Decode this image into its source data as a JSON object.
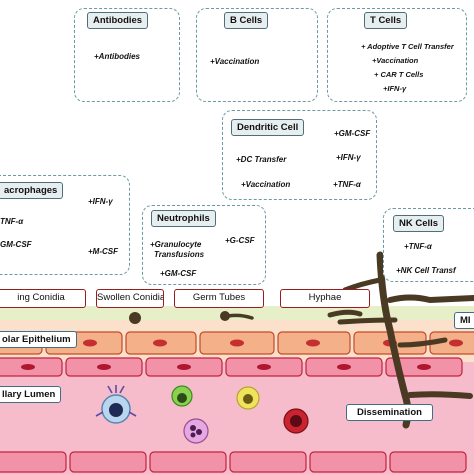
{
  "boxes": {
    "antibodies": {
      "title": "Antibodies",
      "items": [
        "+Antibodies"
      ]
    },
    "b_cells": {
      "title": "B Cells",
      "items": [
        "+Vaccination"
      ]
    },
    "t_cells": {
      "title": "T Cells",
      "items": [
        "+ Adoptive T Cell Transfer",
        "+Vaccination",
        "+ CAR T Cells",
        "+IFN-γ"
      ]
    },
    "dendritic": {
      "title": "Dendritic Cell",
      "items": [
        "+GM-CSF",
        "+DC Transfer",
        "+IFN-γ",
        "+Vaccination",
        "+TNF-α"
      ]
    },
    "macrophages": {
      "title": "acrophages",
      "items": [
        "+IFN-γ",
        "TNF-α",
        "GM-CSF",
        "+M-CSF"
      ]
    },
    "neutrophils": {
      "title": "Neutrophils",
      "items": [
        "+G-CSF",
        "+Granulocyte",
        "Transfusions",
        "+GM-CSF"
      ]
    },
    "nk_cells": {
      "title": "NK Cells",
      "items": [
        "+TNF-α",
        "+NK Cell Transf"
      ]
    }
  },
  "stages": [
    "ing Conidia",
    "Swollen Conidia",
    "Germ Tubes",
    "Hyphae"
  ],
  "tissue_labels": {
    "epithelium": "olar Epithelium",
    "lumen": "llary Lumen",
    "dissemination": "Dissemination",
    "right_edge": "MI"
  },
  "colors": {
    "box_border": "#6a9aa2",
    "stage_border": "#9a1c1c",
    "epithelium": "#f4b088",
    "lumen": "#f292a8",
    "hyphae": "#4a3a24"
  }
}
